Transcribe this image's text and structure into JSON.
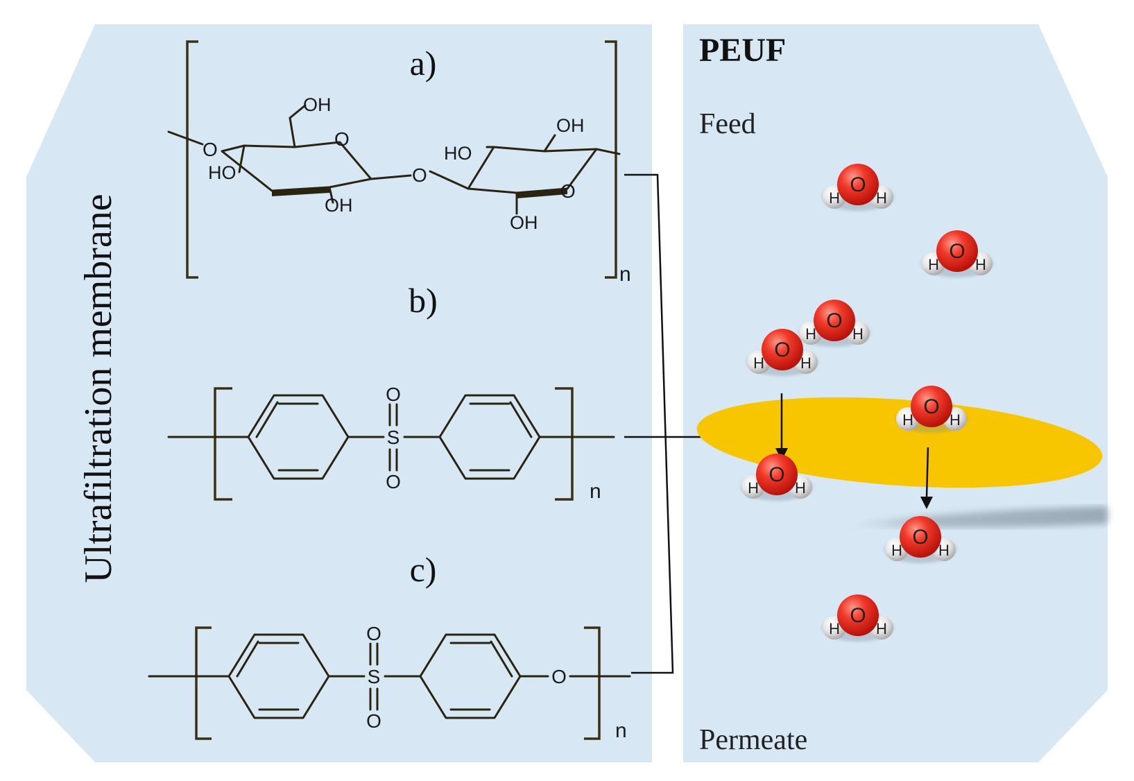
{
  "left_panel": {
    "vertical_label": "Ultrafiltration membrane",
    "structures": [
      {
        "label": "a)",
        "subscript": "n",
        "atoms": {
          "oh_top": "OH",
          "o_ring1": "O",
          "o_link_left": "O",
          "ho_left": "HO",
          "oh_bottom1": "OH",
          "o_bridge": "O",
          "ho_ring2": "HO",
          "oh_ring2_top": "OH",
          "o_ring2": "O",
          "oh_ring2_bottom": "OH"
        }
      },
      {
        "label": "b)",
        "subscript": "n",
        "atoms": {
          "o_top": "O",
          "s": "S",
          "o_bottom": "O"
        }
      },
      {
        "label": "c)",
        "subscript": "n",
        "atoms": {
          "o_top": "O",
          "s": "S",
          "o_bottom": "O",
          "o_ether": "O"
        }
      }
    ]
  },
  "right_panel": {
    "title": "PEUF",
    "feed_label": "Feed",
    "permeate_label": "Permeate",
    "molecule_atoms": {
      "oxygen": "O",
      "hydrogen": "H"
    },
    "molecules": [
      {
        "id": "w1"
      },
      {
        "id": "w2"
      },
      {
        "id": "w3"
      },
      {
        "id": "w4"
      },
      {
        "id": "w5"
      },
      {
        "id": "w6"
      },
      {
        "id": "w7"
      },
      {
        "id": "w8"
      }
    ]
  },
  "colors": {
    "panel_bg": "#d7e8f4",
    "membrane": "#f7c600",
    "structure_line": "#2a2310",
    "water_oxygen": "#e8251b",
    "water_hydrogen": "#e6e6e6"
  }
}
